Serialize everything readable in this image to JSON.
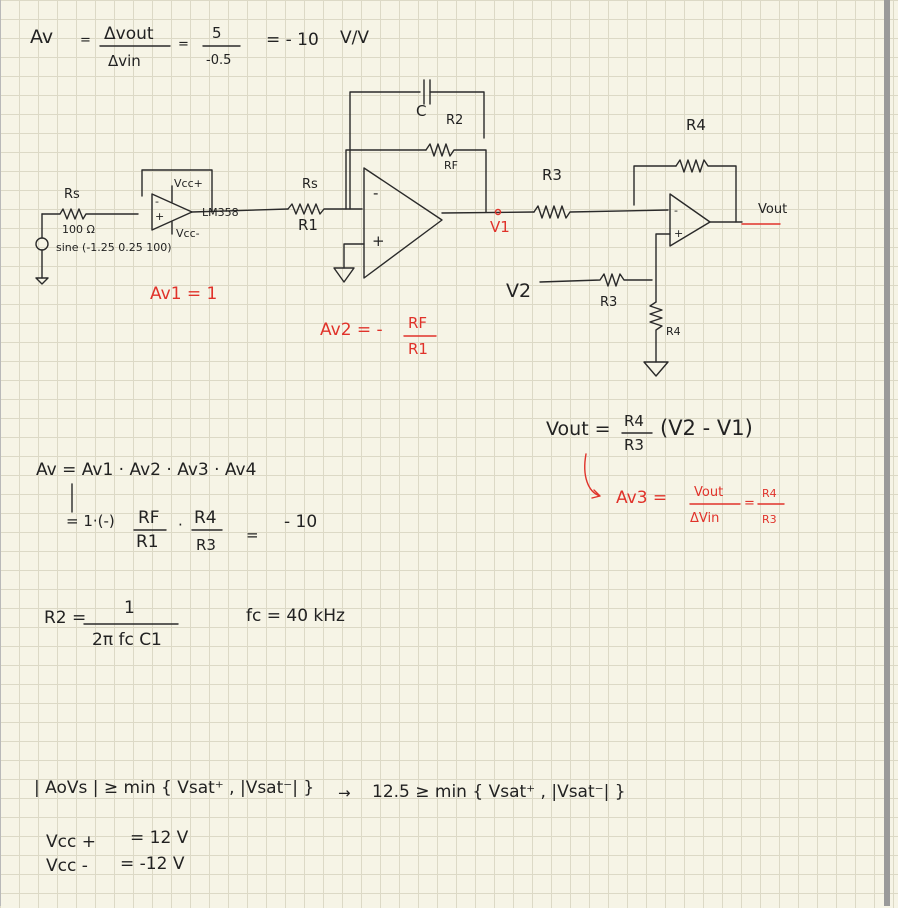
{
  "top": {
    "av": "Av",
    "eq1": "=",
    "num": "Δvout",
    "den": "Δvin",
    "eq2": "=",
    "num2": "5",
    "den2": "-0.5",
    "eq3": "= - 10",
    "unit": "V/V"
  },
  "circuit": {
    "rs_left": "Rs",
    "rs_left_value": "100 Ω",
    "source": "sine (-1.25   0.25   100)",
    "vcc_plus": "Vcc+",
    "vcc_minus": "Vcc-",
    "opamp_part": "LM358",
    "rs_mid": "Rs",
    "r1": "R1",
    "cap": "C",
    "r2": "R2",
    "rf": "RF",
    "r3_top": "R3",
    "v1": "V1",
    "r4_top": "R4",
    "vout": "Vout",
    "v2": "V2",
    "r3_bottom": "R3",
    "r4_bottom": "R4",
    "op_minus": "-",
    "op_plus": "+",
    "op3_minus": "-",
    "op3_plus": "+",
    "buf_minus": "-",
    "buf_plus": "+"
  },
  "red_notes": {
    "av1": "Av1 = 1",
    "av2_lhs": "Av2 = -",
    "av2_num": "RF",
    "av2_den": "R1",
    "av3_lhs": "Av3 =",
    "av3_num": "Vout",
    "av3_den": "ΔVin",
    "av3_eq": "=",
    "av3_num2": "R4",
    "av3_den2": "R3"
  },
  "vout_formula": {
    "lhs": "Vout =",
    "num": "R4",
    "den": "R3",
    "paren": "(V2 - V1)"
  },
  "gain_product": {
    "line1": "Av = Av1 · Av2 · Av3 · Av4",
    "line2_prefix": "= 1·(-)",
    "frac1_num": "RF",
    "frac1_den": "R1",
    "dot": "·",
    "frac2_num": "R4",
    "frac2_den": "R3",
    "eq": "=",
    "result": "- 10"
  },
  "r2_formula": {
    "lhs": "R2 =",
    "num": "1",
    "den": "2π fc C1",
    "fc": "fc = 40 kHz"
  },
  "saturation": {
    "left": "| AoVs | ≥ min { Vsat⁺ , |Vsat⁻| }",
    "arrow": "→",
    "right": "12.5 ≥ min { Vsat⁺ , |Vsat⁻| }"
  },
  "supplies": {
    "vcc_plus_label": "Vcc +",
    "vcc_plus_value": "= 12 V",
    "vcc_minus_label": "Vcc -",
    "vcc_minus_value": "= -12 V"
  }
}
